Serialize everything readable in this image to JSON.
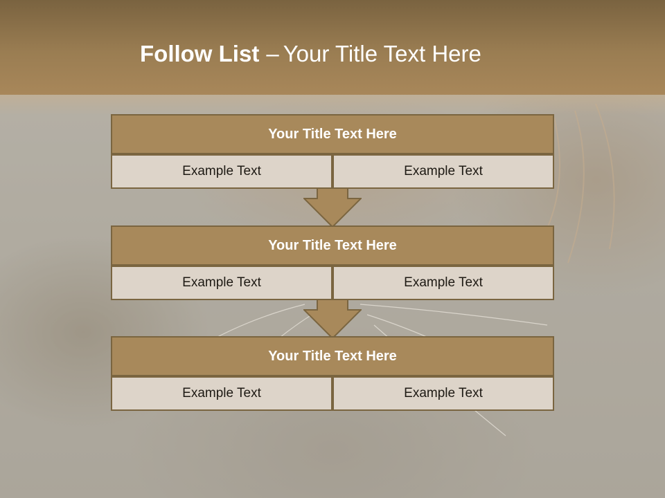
{
  "slide": {
    "title_bold": "Follow List",
    "title_dash": "–",
    "title_rest": "Your Title Text Here"
  },
  "steps": [
    {
      "title": "Your Title Text Here",
      "left": "Example Text",
      "right": "Example Text"
    },
    {
      "title": "Your Title Text Here",
      "left": "Example Text",
      "right": "Example Text"
    },
    {
      "title": "Your Title Text Here",
      "left": "Example Text",
      "right": "Example Text"
    }
  ],
  "colors": {
    "header": "#9a7d52",
    "block_title": "#a8895b",
    "cell": "#ddd4c9",
    "border": "#7a6540",
    "arrow": "#a8895b"
  }
}
